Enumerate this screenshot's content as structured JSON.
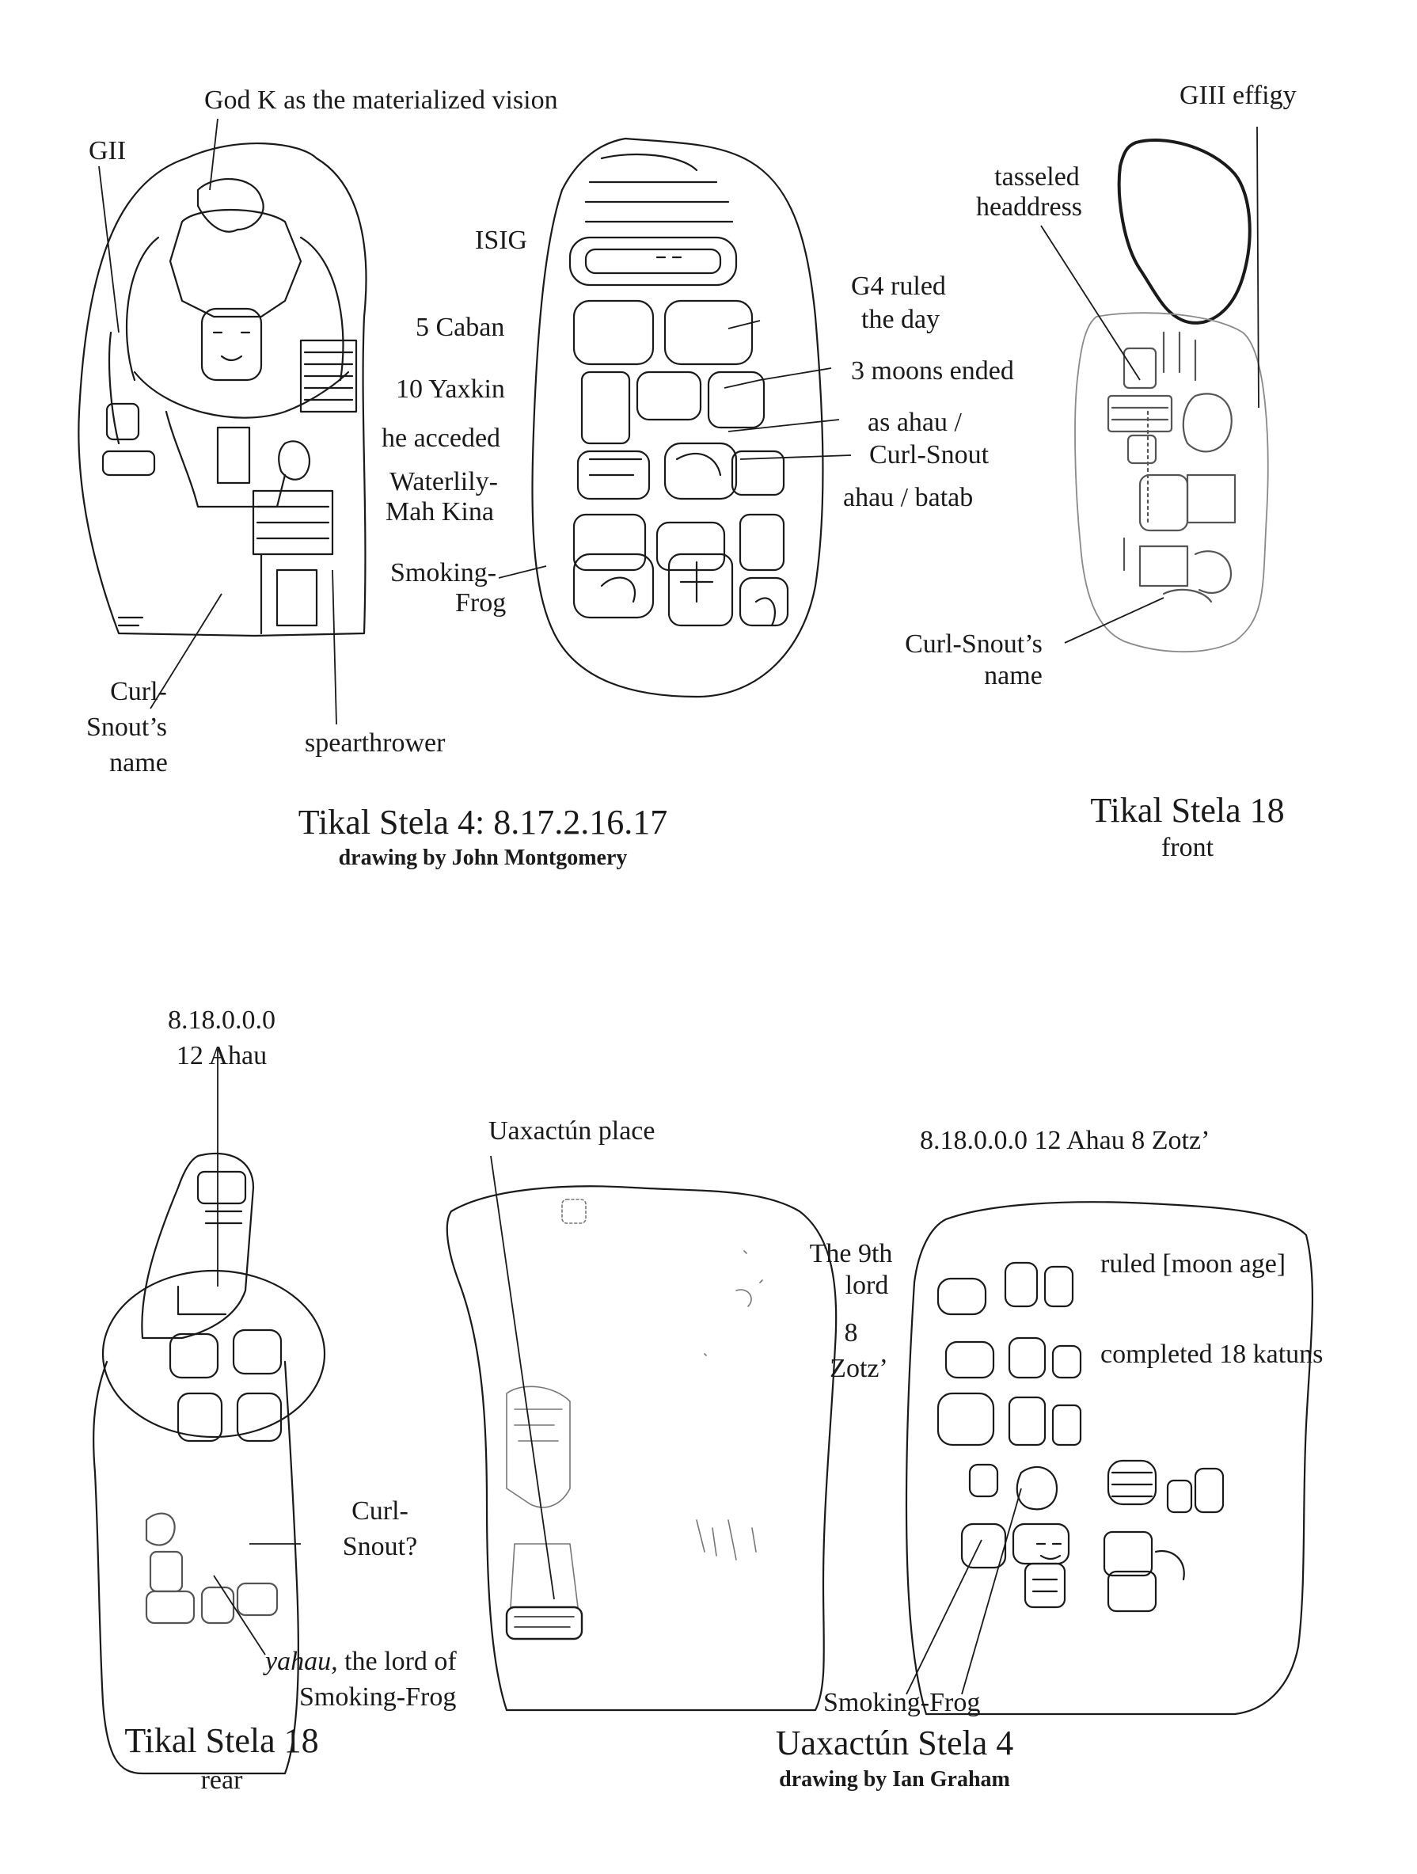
{
  "panel_tikal4": {
    "label_godk": "God K as the materialized vision",
    "label_gii": "GII",
    "label_isig": "ISIG",
    "label_5caban": "5 Caban",
    "label_10yaxkin": "10 Yaxkin",
    "label_acceded": "he acceded",
    "label_waterlily_1": "Waterlily-",
    "label_waterlily_2": "Mah Kina",
    "label_smokingfrog_1": "Smoking-",
    "label_smokingfrog_2": "Frog",
    "label_g4_1": "G4 ruled",
    "label_g4_2": "the day",
    "label_3moons": "3 moons ended",
    "label_asahau_1": "as ahau /",
    "label_asahau_2": "Curl-Snout",
    "label_ahaubatab": "ahau / batab",
    "label_curlsnout_1": "Curl-",
    "label_curlsnout_2": "Snout’s",
    "label_curlsnout_3": "name",
    "label_spearthrower": "spearthrower",
    "caption_title": "Tikal Stela 4:  8.17.2.16.17",
    "caption_credit": "drawing by John Montgomery"
  },
  "panel_tikal18_front": {
    "label_giii": "GIII effigy",
    "label_tasseled_1": "tasseled",
    "label_tasseled_2": "headdress",
    "label_curlsnout_1": "Curl-Snout’s",
    "label_curlsnout_2": "name",
    "caption_title": "Tikal Stela 18",
    "caption_sub": "front"
  },
  "panel_tikal18_rear": {
    "label_date_1": "8.18.0.0.0",
    "label_date_2": "12 Ahau",
    "label_curlsnout_1": "Curl-",
    "label_curlsnout_2": "Snout?",
    "label_yahau_1": "yahau,",
    "label_yahau_1b": " the lord of",
    "label_yahau_2": "Smoking-Frog",
    "caption_title": "Tikal Stela 18",
    "caption_sub": "rear"
  },
  "panel_uaxactun4": {
    "label_place": "Uaxactún place",
    "label_date": "8.18.0.0.0 12 Ahau 8 Zotz’",
    "label_9thlord_1": "The 9th",
    "label_9thlord_2": "lord",
    "label_8zotz_1": "8",
    "label_8zotz_2": "Zotz’",
    "label_ruled": "ruled [moon age]",
    "label_completed": "completed 18 katuns",
    "label_smokingfrog": "Smoking-Frog",
    "caption_title": "Uaxactún Stela 4",
    "caption_credit": "drawing by Ian Graham"
  },
  "colors": {
    "ink": "#1a1a1a",
    "faint": "#8a8a8a",
    "paper": "#ffffff"
  }
}
